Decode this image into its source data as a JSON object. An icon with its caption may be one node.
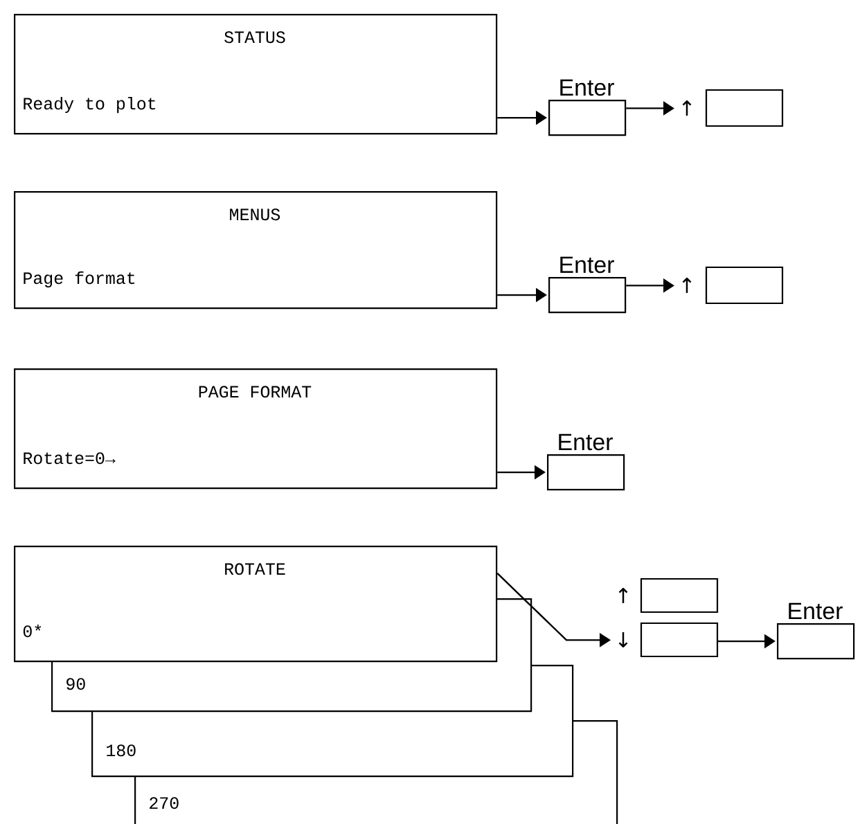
{
  "diagram": {
    "nodes": [
      {
        "text": [
          "STATUS",
          "Ready to plot"
        ]
      },
      {
        "text": [
          "Enter"
        ]
      },
      {
        "text": [
          "↑"
        ]
      },
      {
        "text": [
          "MENUS",
          "Page format"
        ]
      },
      {
        "text": [
          "Enter"
        ]
      },
      {
        "text": [
          "↑"
        ]
      },
      {
        "text": [
          "PAGE FORMAT",
          "Rotate=0→"
        ]
      },
      {
        "text": [
          "Enter"
        ]
      },
      {
        "text": [
          "ROTATE",
          "0*"
        ]
      },
      {
        "text": [
          "90"
        ]
      },
      {
        "text": [
          "180"
        ]
      },
      {
        "text": [
          "270"
        ]
      },
      {
        "text": [
          "↑"
        ]
      },
      {
        "text": [
          "↓"
        ]
      },
      {
        "text": [
          "Enter"
        ]
      }
    ],
    "edges": [
      {
        "from": 0,
        "to": 1,
        "arrow": "to"
      },
      {
        "from": 1,
        "to": 2,
        "arrow": "to"
      },
      {
        "from": 3,
        "to": 4,
        "arrow": "to"
      },
      {
        "from": 4,
        "to": 5,
        "arrow": "to"
      },
      {
        "from": 6,
        "to": 7,
        "arrow": "to"
      },
      {
        "from": 8,
        "to": 13,
        "arrow": "to"
      },
      {
        "from": 13,
        "to": 14,
        "arrow": "to"
      }
    ]
  }
}
